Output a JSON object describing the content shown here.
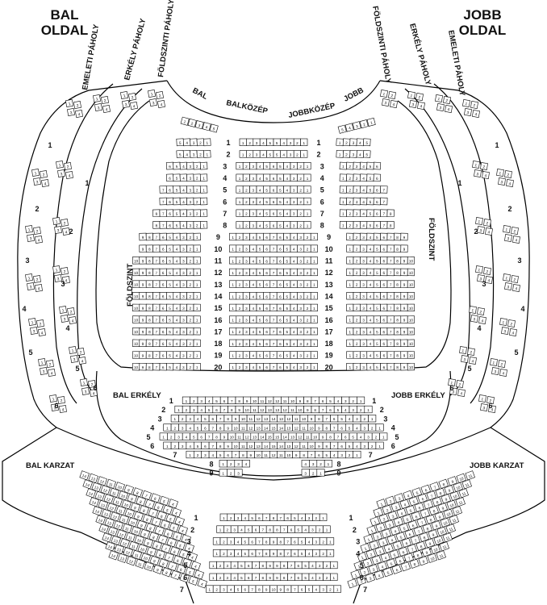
{
  "sides": {
    "left_top": "BAL",
    "left_bottom": "OLDAL",
    "right_top": "JOBB",
    "right_bottom": "OLDAL"
  },
  "box_headers": {
    "left": [
      "EMELETI PÁHOLY",
      "ERKÉLY PÁHOLY",
      "FÖLDSZINTI PÁHOLY"
    ],
    "right": [
      "FÖLDSZINTI PÁHOLY",
      "ERKÉLY PÁHOLY",
      "EMELETI PÁHOLY"
    ]
  },
  "stage_sections": [
    "BAL",
    "BALKÖZÉP",
    "JOBBKÖZÉP",
    "JOBB"
  ],
  "floor": {
    "label": "FÖLDSZINT",
    "row_numbers": [
      "1",
      "2",
      "3",
      "4",
      "5",
      "6",
      "7",
      "8",
      "9",
      "10",
      "11",
      "12",
      "13",
      "14",
      "15",
      "16",
      "17",
      "18",
      "19",
      "20"
    ]
  },
  "balcony": {
    "left_label": "BAL ERKÉLY",
    "right_label": "JOBB ERKÉLY",
    "row_numbers": [
      "1",
      "2",
      "3",
      "4",
      "5",
      "6",
      "7",
      "8",
      "9"
    ]
  },
  "gallery": {
    "left_label": "BAL KARZAT",
    "right_label": "JOBB KARZAT",
    "row_numbers": [
      "1",
      "2",
      "3",
      "4",
      "5",
      "6",
      "7"
    ]
  },
  "box_numbers": {
    "left_outer": [
      "1",
      "2",
      "3",
      "4",
      "5",
      "6"
    ],
    "left_inner": [
      "1",
      "2",
      "3",
      "4",
      "5",
      "6"
    ],
    "right_inner": [
      "1",
      "2",
      "3",
      "4",
      "5",
      "6"
    ],
    "right_outer": [
      "1",
      "2",
      "3",
      "4",
      "5",
      "6"
    ]
  }
}
